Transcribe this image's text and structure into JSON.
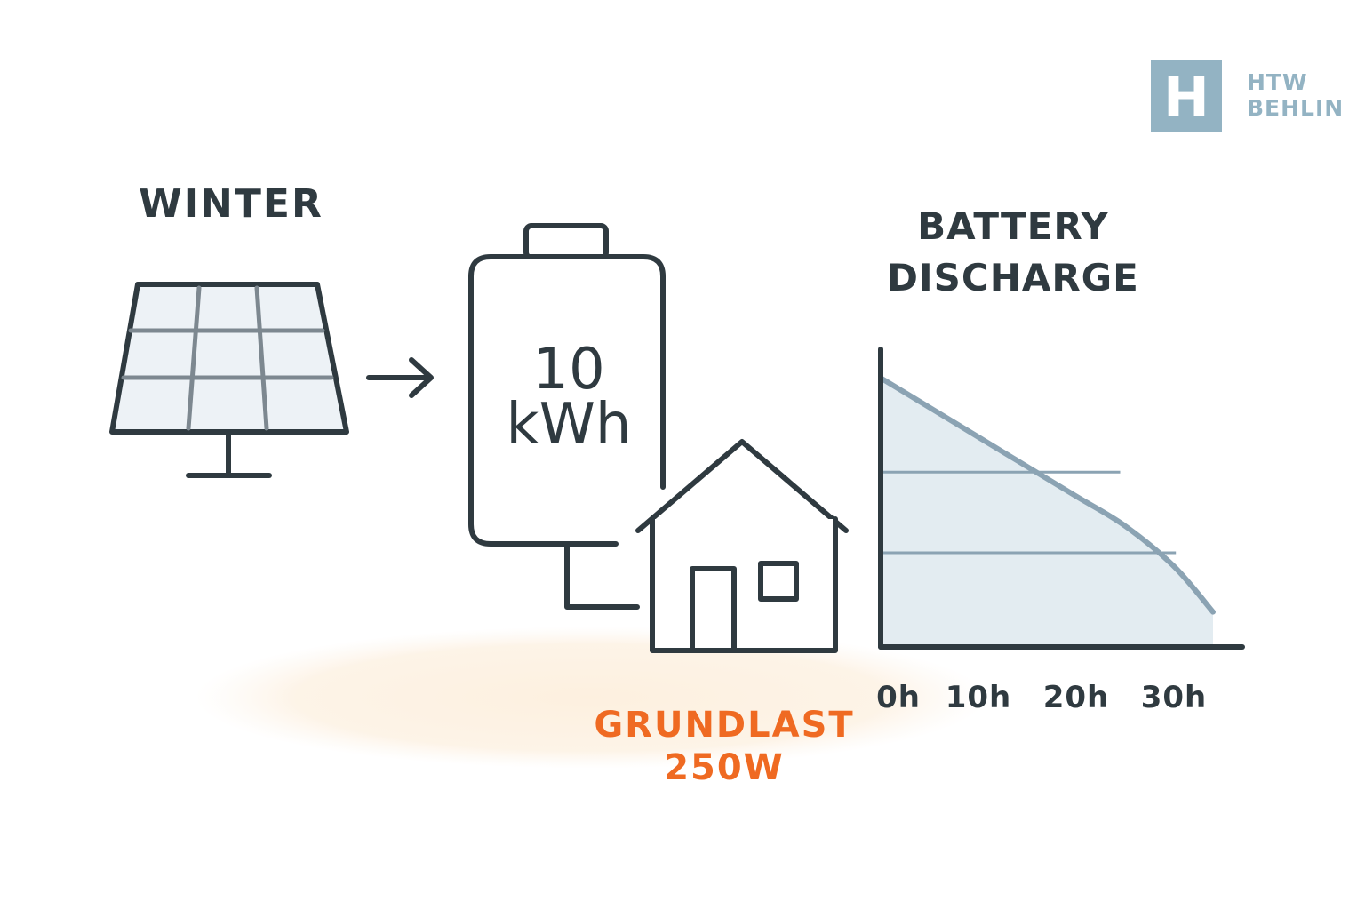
{
  "labels": {
    "winter": "WINTER",
    "battery_value": "10",
    "battery_unit": "kWh",
    "chart_title_line1": "BATTERY",
    "chart_title_line2": "DISCHARGE",
    "grundlast_line1": "GRUNDLAST",
    "grundlast_line2": "250W"
  },
  "logo": {
    "letter": "H",
    "line1": "HTW",
    "line2": "BEHLIN"
  },
  "colors": {
    "ink": "#2f3a40",
    "accent_orange": "#ef6a22",
    "glow": "#fdf3e6",
    "panel_fill": "#edf2f6",
    "panel_grid": "#7d8890",
    "chart_fill": "#e3ecf1",
    "chart_line": "#8ba3b3",
    "logo_blue": "#93b3c3"
  },
  "icons": [
    "solar-panel-icon",
    "arrow-right-icon",
    "battery-icon",
    "house-icon"
  ],
  "chart_data": {
    "type": "area",
    "title": "",
    "xlabel": "",
    "ylabel": "",
    "x_ticks": [
      "0h",
      "10h",
      "20h",
      "30h"
    ],
    "x": [
      0,
      5,
      10,
      15,
      20,
      25,
      30,
      34
    ],
    "values": [
      100,
      89,
      78,
      67,
      56,
      45,
      30,
      13
    ],
    "xlim": [
      0,
      37
    ],
    "ylim": [
      0,
      110
    ],
    "grid": true
  }
}
